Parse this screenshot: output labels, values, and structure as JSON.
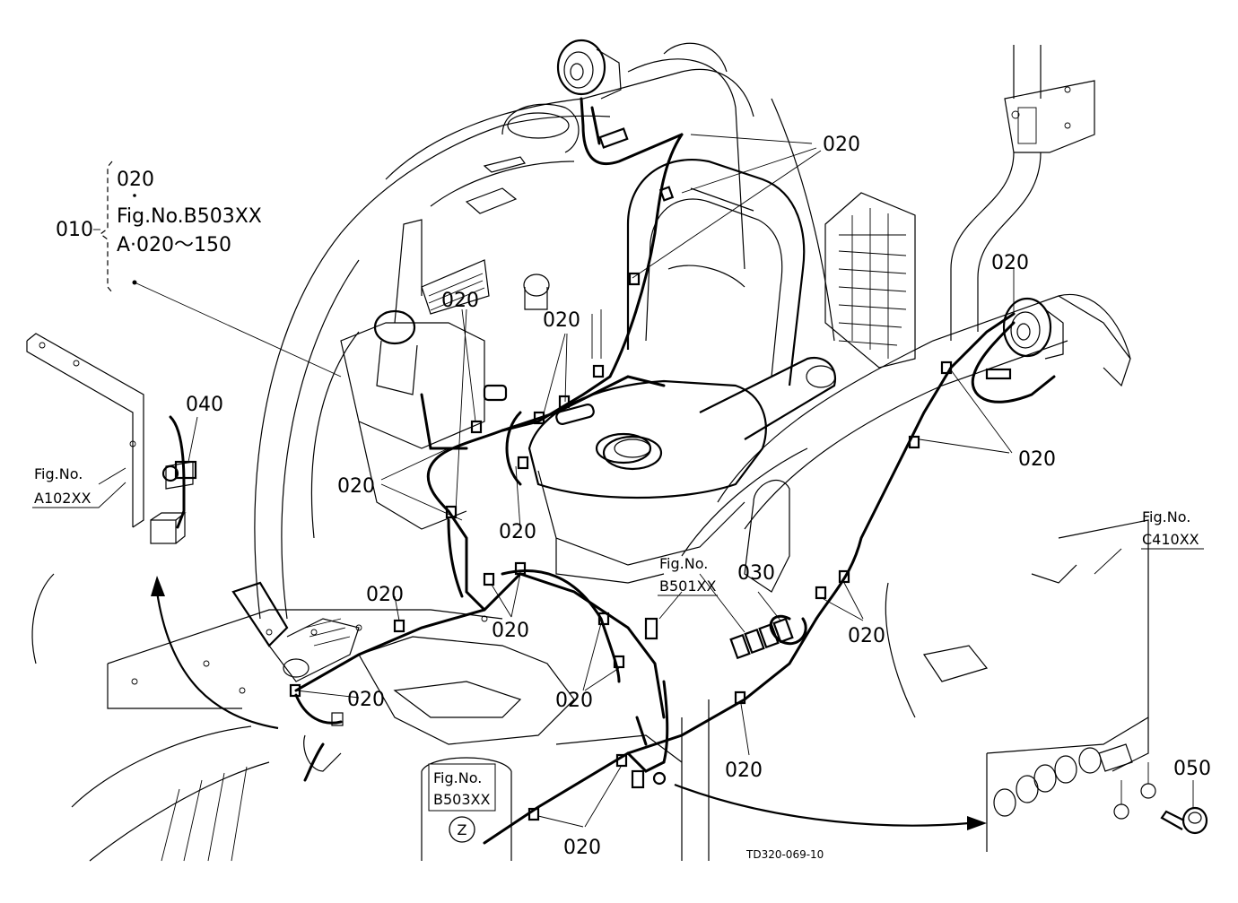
{
  "diagram": {
    "callout_group": {
      "outer_label": "010",
      "lines": [
        "020",
        "Fig.No.B503XX",
        "A·020～150"
      ]
    },
    "part_labels": {
      "p020_top": "020",
      "p020_right_top": "020",
      "p020_seat_left": "020",
      "p020_seat_mid": "020",
      "p020_right_mid": "020",
      "p020_left_mid": "020",
      "p020_center": "020",
      "p020_floor_left": "020",
      "p020_floor_center": "020",
      "p020_right_low": "020",
      "p020_bracket": "020",
      "p020_floor_right": "020",
      "p020_bottom_low": "020",
      "p020_bottom": "020",
      "p030": "030",
      "p040": "040",
      "p050": "050"
    },
    "figure_refs": {
      "a102": {
        "line1": "Fig.No.",
        "line2": "A102XX"
      },
      "c410": {
        "line1": "Fig.No.",
        "line2": "C410XX"
      },
      "b501": {
        "line1": "Fig.No.",
        "line2": "B501XX"
      },
      "b503": {
        "line1": "Fig.No.",
        "line2": "B503XX"
      }
    },
    "view_marker": "Z",
    "drawing_code": "TD320-069-10"
  }
}
